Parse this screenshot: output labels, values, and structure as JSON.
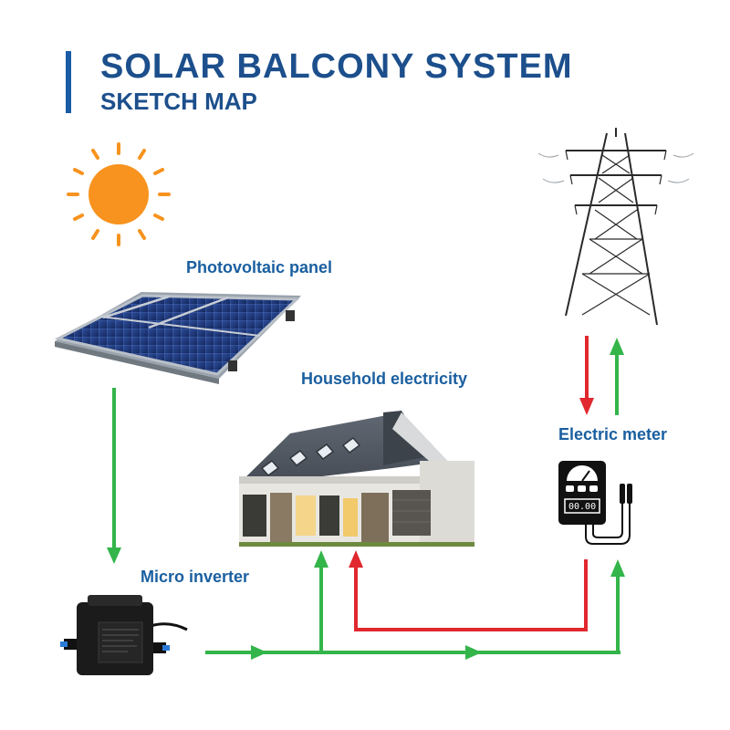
{
  "title": "SOLAR BALCONY SYSTEM",
  "subtitle": "SKETCH MAP",
  "labels": {
    "photovoltaic_panel": "Photovoltaic panel",
    "household_electricity": "Household electricity",
    "electric_meter": "Electric meter",
    "micro_inverter": "Micro inverter"
  },
  "meter_display": {
    "row1": "00.00"
  },
  "colors": {
    "title": "#1c4f8c",
    "label": "#1a5fa0",
    "green_flow": "#33b54a",
    "red_flow": "#e0282e",
    "sun": "#f7931e"
  },
  "icons": [
    "sun-icon",
    "solar-panel-icon",
    "house-icon",
    "power-tower-icon",
    "electric-meter-icon",
    "micro-inverter-icon"
  ]
}
